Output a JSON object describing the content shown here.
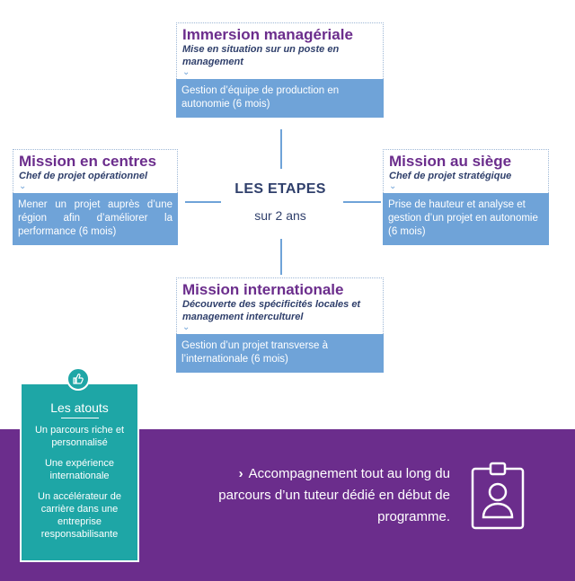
{
  "center": {
    "title": "LES ETAPES",
    "subtitle": "sur 2 ans"
  },
  "top": {
    "title": "Immersion managériale",
    "subtitle": "Mise en situation sur un poste en management",
    "body": "Gestion d’équipe de production en autonomie (6 mois)"
  },
  "left": {
    "title": "Mission en centres",
    "subtitle": "Chef de projet opérationnel",
    "body": "Mener un projet auprès d’une région afin d’améliorer la performance (6 mois)"
  },
  "right": {
    "title": "Mission au siège",
    "subtitle": "Chef de projet stratégique",
    "body": "Prise de hauteur et analyse et gestion d’un projet en autonomie (6 mois)"
  },
  "bottom": {
    "title": "Mission internationale",
    "subtitle": "Découverte des spécificités locales et management interculturel",
    "body": "Gestion d’un projet transverse à l’internationale (6 mois)"
  },
  "atouts": {
    "title": "Les atouts",
    "items": [
      "Un parcours riche et personnalisé",
      "Une expérience internationale",
      "Un accélérateur de carrière dans une entreprise responsabilisante"
    ]
  },
  "accompagnement": {
    "text": "Accompagnement tout au long du parcours d’un tuteur dédié en début de programme."
  },
  "colors": {
    "purple": "#6b2d8c",
    "blue": "#6fa3d8",
    "navy": "#2f3f6b",
    "teal": "#1ea6a6"
  },
  "icons": [
    "chevron-down-icon",
    "thumbs-up-icon",
    "chevron-right-icon",
    "id-badge-icon"
  ]
}
